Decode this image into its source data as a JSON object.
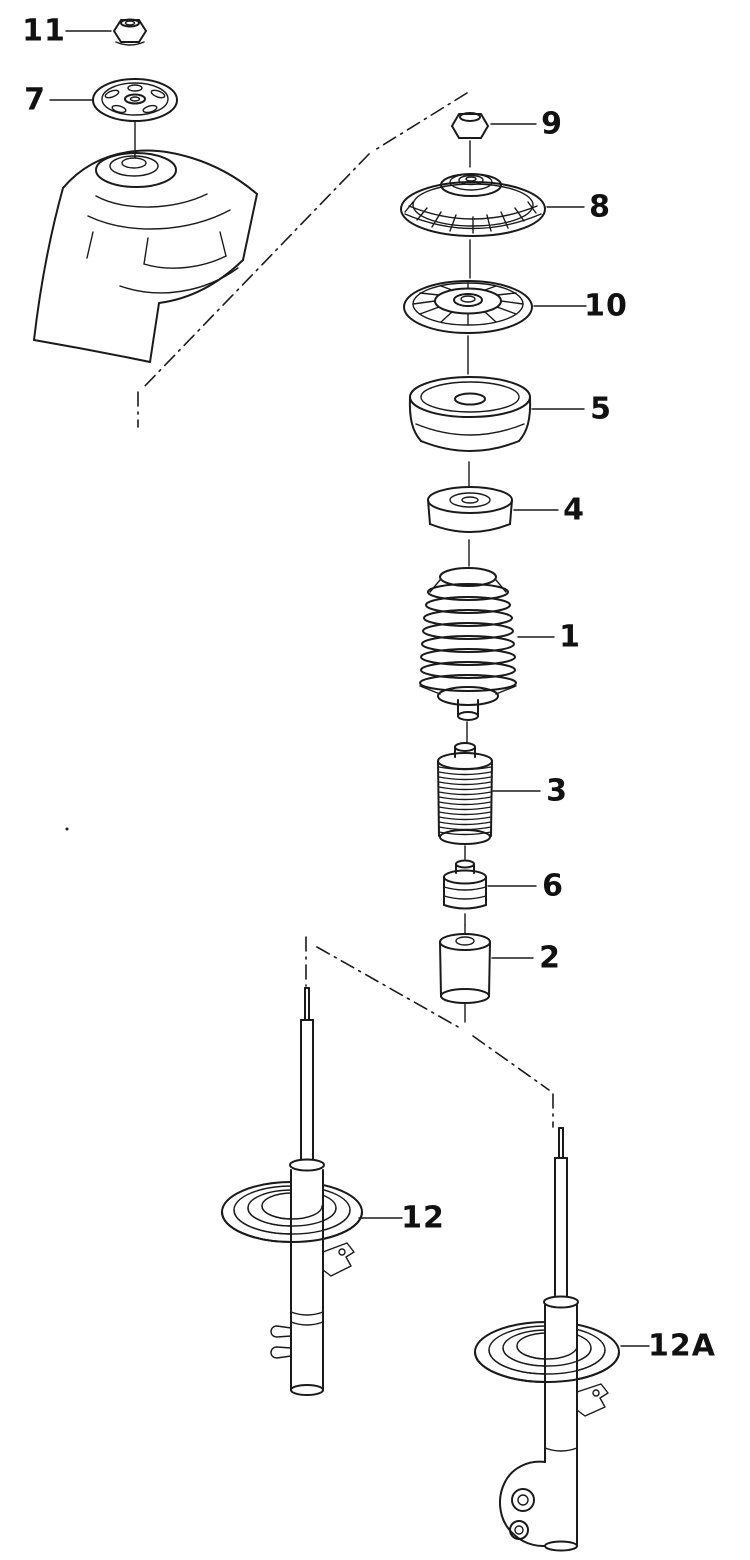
{
  "diagram": {
    "background_color": "#ffffff",
    "line_color": "#1a1a1a",
    "labels": {
      "part11": "11",
      "part7": "7",
      "part9": "9",
      "part8": "8",
      "part10": "10",
      "part5": "5",
      "part4": "4",
      "part1": "1",
      "part3": "3",
      "part6": "6",
      "part2": "2",
      "part12": "12",
      "part12a": "12A"
    }
  }
}
